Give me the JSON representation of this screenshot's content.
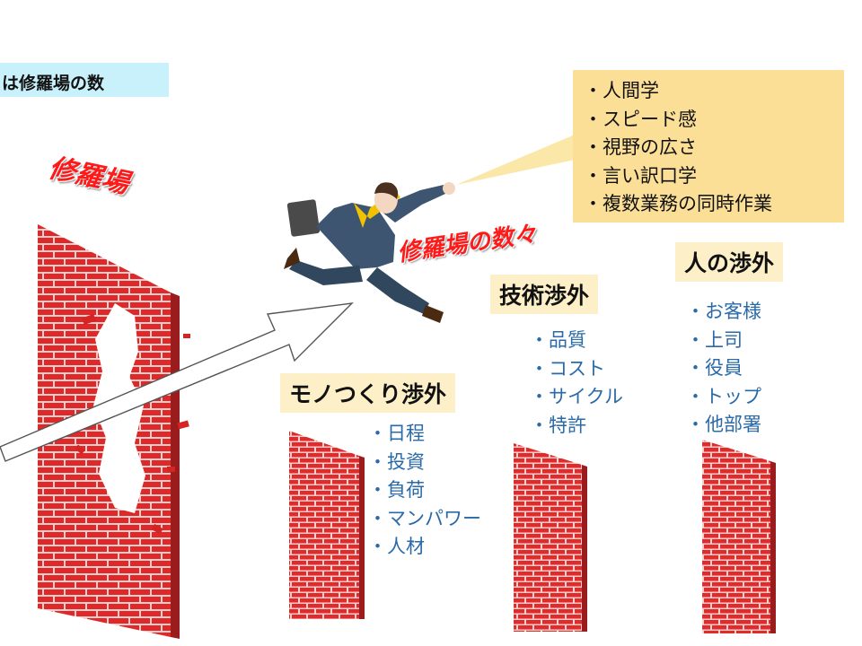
{
  "header": {
    "text": "は修羅場の数"
  },
  "wall_label": "修羅場",
  "person_label": "修羅場の数々",
  "skills": [
    "・人間学",
    "・スピード感",
    "・視野の広さ",
    "・言い訳口学",
    "・複数業務の同時作業"
  ],
  "categories": [
    {
      "title": "モノつくり渉外",
      "items": [
        "・日程",
        "・投資",
        "・負荷",
        "・マンパワー",
        "・人材"
      ]
    },
    {
      "title": "技術渉外",
      "items": [
        "・品質",
        "・コスト",
        "・サイクル",
        "・特許"
      ]
    },
    {
      "title": "人の渉外",
      "items": [
        "・お客様",
        "・上司",
        "・役員",
        "・トップ",
        "・他部署"
      ]
    }
  ],
  "colors": {
    "brick": "#e02828",
    "mortar": "#f3d0d0",
    "header_bg": "#c9f1fb",
    "callout_bg": "#fbdf97",
    "category_bg": "#fdf0c8",
    "list_text": "#2a6aa8"
  }
}
